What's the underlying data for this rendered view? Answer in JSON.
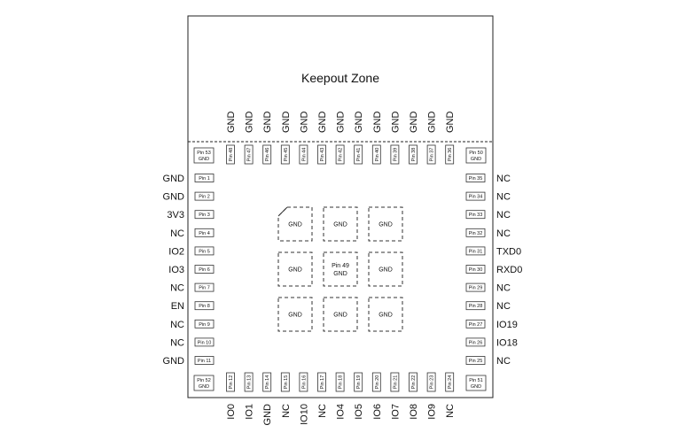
{
  "keepout_label": "Keepout Zone",
  "left_pins": [
    {
      "pin": "Pin 1",
      "label": "GND"
    },
    {
      "pin": "Pin 2",
      "label": "GND"
    },
    {
      "pin": "Pin 3",
      "label": "3V3"
    },
    {
      "pin": "Pin 4",
      "label": "NC"
    },
    {
      "pin": "Pin 5",
      "label": "IO2"
    },
    {
      "pin": "Pin 6",
      "label": "IO3"
    },
    {
      "pin": "Pin 7",
      "label": "NC"
    },
    {
      "pin": "Pin 8",
      "label": "EN"
    },
    {
      "pin": "Pin 9",
      "label": "NC"
    },
    {
      "pin": "Pin 10",
      "label": "NC"
    },
    {
      "pin": "Pin 11",
      "label": "GND"
    }
  ],
  "right_pins": [
    {
      "pin": "Pin 35",
      "label": "NC"
    },
    {
      "pin": "Pin 34",
      "label": "NC"
    },
    {
      "pin": "Pin 33",
      "label": "NC"
    },
    {
      "pin": "Pin 32",
      "label": "NC"
    },
    {
      "pin": "Pin 31",
      "label": "TXD0"
    },
    {
      "pin": "Pin 30",
      "label": "RXD0"
    },
    {
      "pin": "Pin 29",
      "label": "NC"
    },
    {
      "pin": "Pin 28",
      "label": "NC"
    },
    {
      "pin": "Pin 27",
      "label": "IO19"
    },
    {
      "pin": "Pin 26",
      "label": "IO18"
    },
    {
      "pin": "Pin 25",
      "label": "NC"
    }
  ],
  "top_pins": [
    {
      "pin": "Pin 48",
      "label": "GND"
    },
    {
      "pin": "Pin 47",
      "label": "GND"
    },
    {
      "pin": "Pin 46",
      "label": "GND"
    },
    {
      "pin": "Pin 45",
      "label": "GND"
    },
    {
      "pin": "Pin 44",
      "label": "GND"
    },
    {
      "pin": "Pin 43",
      "label": "GND"
    },
    {
      "pin": "Pin 42",
      "label": "GND"
    },
    {
      "pin": "Pin 41",
      "label": "GND"
    },
    {
      "pin": "Pin 40",
      "label": "GND"
    },
    {
      "pin": "Pin 39",
      "label": "GND"
    },
    {
      "pin": "Pin 38",
      "label": "GND"
    },
    {
      "pin": "Pin 37",
      "label": "GND"
    },
    {
      "pin": "Pin 36",
      "label": "GND"
    }
  ],
  "bottom_pins": [
    {
      "pin": "Pin 12",
      "label": "IO0"
    },
    {
      "pin": "Pin 13",
      "label": "IO1"
    },
    {
      "pin": "Pin 14",
      "label": "GND"
    },
    {
      "pin": "Pin 15",
      "label": "NC"
    },
    {
      "pin": "Pin 16",
      "label": "IO10"
    },
    {
      "pin": "Pin 17",
      "label": "NC"
    },
    {
      "pin": "Pin 18",
      "label": "IO4"
    },
    {
      "pin": "Pin 19",
      "label": "IO5"
    },
    {
      "pin": "Pin 20",
      "label": "IO6"
    },
    {
      "pin": "Pin 21",
      "label": "IO7"
    },
    {
      "pin": "Pin 22",
      "label": "IO8"
    },
    {
      "pin": "Pin 23",
      "label": "IO9"
    },
    {
      "pin": "Pin 24",
      "label": "NC"
    }
  ],
  "corner_pins": [
    {
      "position": "top-left",
      "pin": "Pin 53",
      "label": "GND"
    },
    {
      "position": "top-right",
      "pin": "Pin 50",
      "label": "GND"
    },
    {
      "position": "bottom-left",
      "pin": "Pin 52",
      "label": "GND"
    },
    {
      "position": "bottom-right",
      "pin": "Pin 51",
      "label": "GND"
    }
  ],
  "center_pads": [
    [
      "GND",
      "GND",
      "GND"
    ],
    [
      "GND",
      "Pin 49\nGND",
      "GND"
    ],
    [
      "GND",
      "GND",
      "GND"
    ]
  ]
}
